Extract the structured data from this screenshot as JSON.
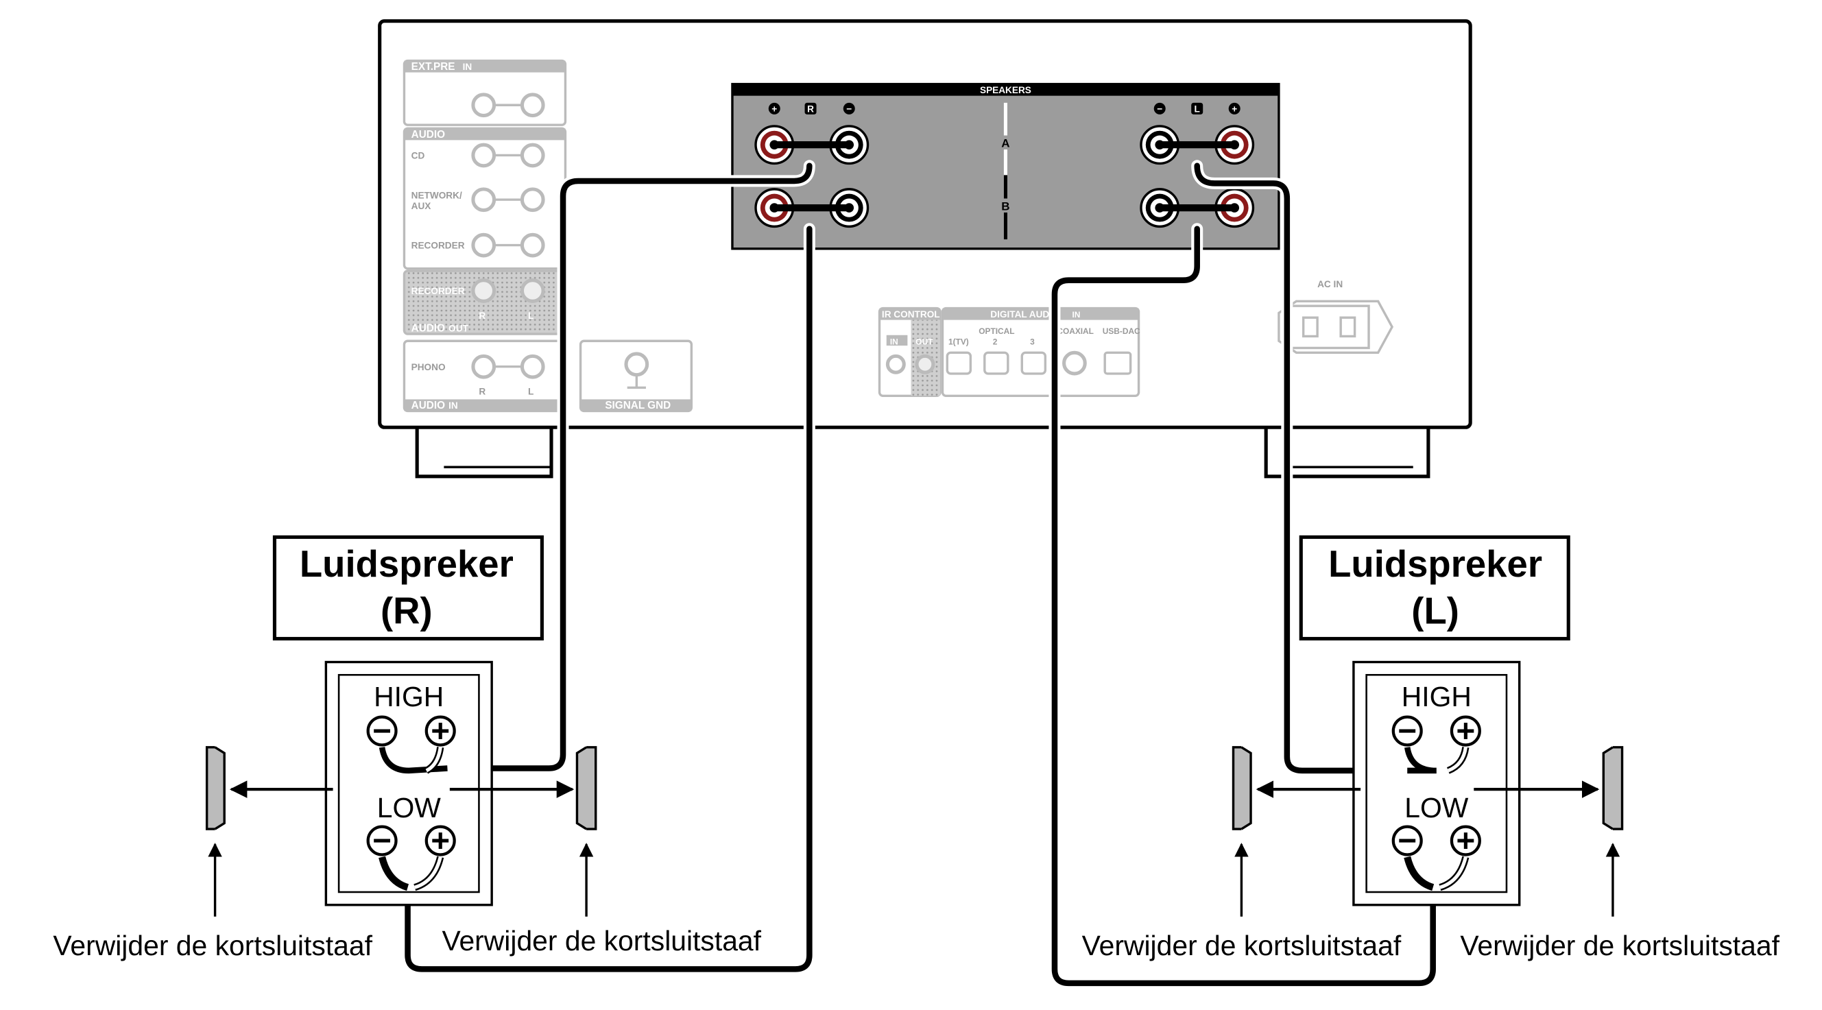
{
  "colors": {
    "line": "#000000",
    "panel_gray": "#b8b8b8",
    "speaker_panel": "#9c9c9c",
    "terminal_red": "#8b1a1a"
  },
  "receiver": {
    "speakers_header": "SPEAKERS",
    "ch_right": "R",
    "ch_left": "L",
    "plus": "+",
    "minus": "−",
    "row_a": "A",
    "row_b": "B",
    "ext_pre": "EXT.PRE",
    "in": "IN",
    "out": "OUT",
    "audio": "AUDIO",
    "cd": "CD",
    "network": "NETWORK/",
    "aux": "AUX",
    "recorder": "RECORDER",
    "recorder_out": "RECORDER",
    "phono": "PHONO",
    "signal_gnd": "SIGNAL GND",
    "r": "R",
    "l": "L",
    "ir_control": "IR CONTROL",
    "digital_audio": "DIGITAL AUDIO",
    "optical": "OPTICAL",
    "tv": "1(TV)",
    "opt2": "2",
    "opt3": "3",
    "coaxial": "COAXIAL",
    "usb_dac": "USB-DAC",
    "ac_in": "AC IN"
  },
  "speaker_right": {
    "title_line1": "Luidspreker",
    "title_line2": "(R)",
    "high": "HIGH",
    "low": "LOW",
    "caption_left": "Verwijder de kortsluitstaaf",
    "caption_right": "Verwijder de kortsluitstaaf"
  },
  "speaker_left": {
    "title_line1": "Luidspreker",
    "title_line2": "(L)",
    "high": "HIGH",
    "low": "LOW",
    "caption_left": "Verwijder de kortsluitstaaf",
    "caption_right": "Verwijder de kortsluitstaaf"
  }
}
